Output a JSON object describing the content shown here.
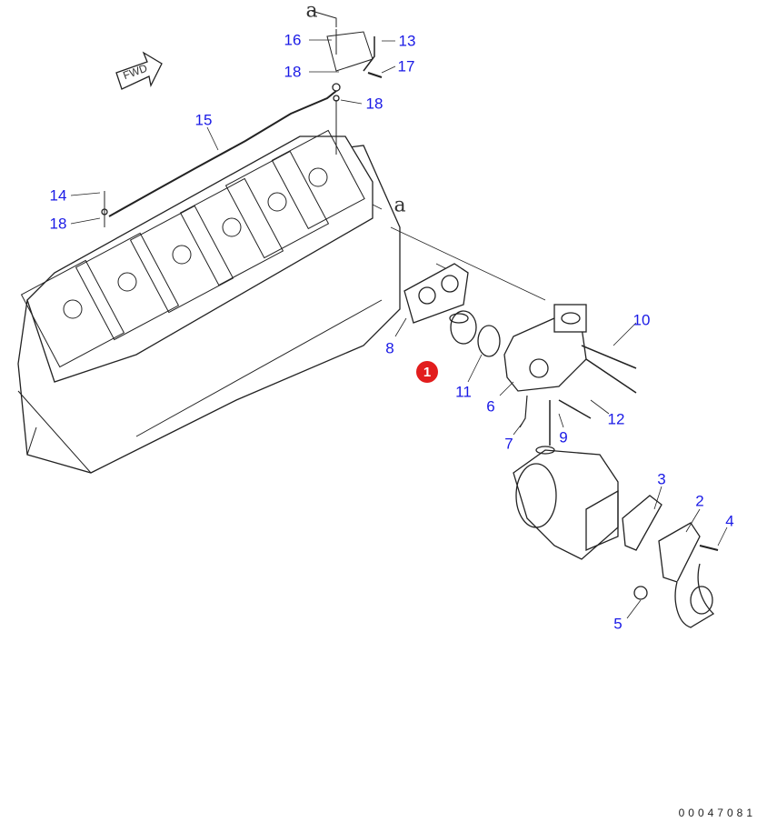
{
  "diagram": {
    "direction_label": "FWD",
    "document_number": "00047081",
    "highlighted_part": "1",
    "highlight_color": "#e21d1d",
    "callout_color": "#1a1ae6",
    "reference_letters": [
      "a",
      "a"
    ],
    "callouts": [
      "16",
      "13",
      "18",
      "17",
      "18",
      "15",
      "14",
      "18",
      "10",
      "8",
      "11",
      "6",
      "12",
      "7",
      "9",
      "3",
      "2",
      "4",
      "5"
    ]
  }
}
